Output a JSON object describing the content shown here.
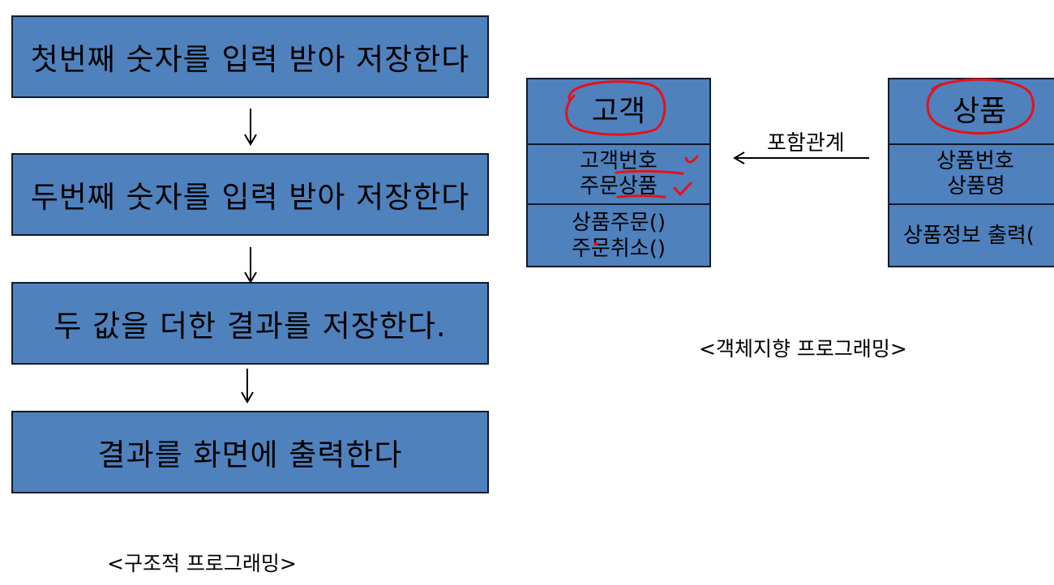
{
  "structured": {
    "steps": [
      "첫번째 숫자를 입력 받아 저장한다",
      "두번째 숫자를 입력 받아 저장한다",
      "두 값을 더한 결과를 저장한다.",
      "결과를 화면에 출력한다"
    ],
    "caption": "<구조적 프로그래밍>"
  },
  "oop": {
    "customer": {
      "name": "고객",
      "attributes": [
        "고객번호",
        "주문상품"
      ],
      "operations": [
        "상품주문()",
        "주문취소()"
      ]
    },
    "product": {
      "name": "상품",
      "attributes": [
        "상품번호",
        "상품명"
      ],
      "operations": [
        "상품정보 출력("
      ]
    },
    "relation_label": "포함관계",
    "caption": "<객체지향 프로그래밍>"
  },
  "colors": {
    "box_fill": "#4f81bd",
    "box_border": "#0d1a2b",
    "annotation_red": "#e8101a"
  }
}
